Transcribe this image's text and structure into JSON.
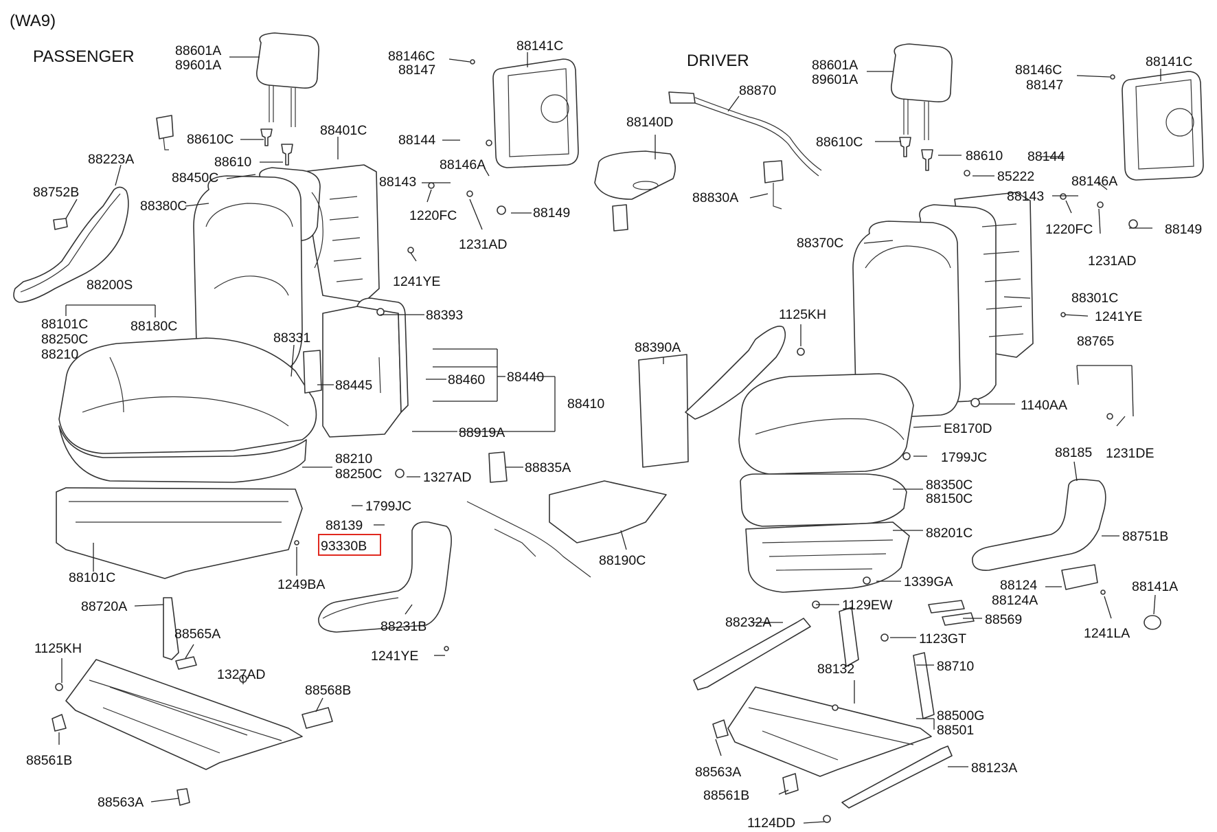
{
  "header": {
    "code": "(WA9)"
  },
  "sections": {
    "passenger": "PASSENGER",
    "driver": "DRIVER"
  },
  "highlight": {
    "part": "93330B",
    "color": "#e0281e"
  },
  "labels": {
    "p_88601A": "88601A",
    "p_89601A": "89601A",
    "p_88146C": "88146C",
    "p_88147": "88147",
    "p_88141C": "88141C",
    "p_88610C": "88610C",
    "p_88401C": "88401C",
    "p_88610": "88610",
    "p_88144": "88144",
    "p_88146A": "88146A",
    "p_88223A": "88223A",
    "p_88450C": "88450C",
    "p_88143": "88143",
    "p_88752B": "88752B",
    "p_88380C": "88380C",
    "p_1220FC": "1220FC",
    "p_88149": "88149",
    "p_1231AD": "1231AD",
    "p_1241YE_a": "1241YE",
    "p_88200S": "88200S",
    "p_88393": "88393",
    "p_88101C_a": "88101C",
    "p_88180C": "88180C",
    "p_88250C_a": "88250C",
    "p_88331": "88331",
    "p_88210_a": "88210",
    "p_88445": "88445",
    "p_88460": "88460",
    "p_88440": "88440",
    "p_88410": "88410",
    "p_88919A": "88919A",
    "p_88210_b": "88210",
    "p_88250C_b": "88250C",
    "p_1327AD_a": "1327AD",
    "p_1799JC_a": "1799JC",
    "p_88139": "88139",
    "p_93330B": "93330B",
    "p_88101C_b": "88101C",
    "p_1249BA": "1249BA",
    "p_88720A": "88720A",
    "p_88231B": "88231B",
    "p_88565A": "88565A",
    "p_1125KH_a": "1125KH",
    "p_1241YE_b": "1241YE",
    "p_1327AD_b": "1327AD",
    "p_88568B": "88568B",
    "p_88561B_a": "88561B",
    "p_88563A_a": "88563A",
    "p_88140D": "88140D",
    "p_88870": "88870",
    "p_88830A": "88830A",
    "p_88390A": "88390A",
    "p_88835A": "88835A",
    "p_88190C": "88190C",
    "d_88601A": "88601A",
    "d_89601A": "89601A",
    "d_88146C": "88146C",
    "d_88147": "88147",
    "d_88141C": "88141C",
    "d_88610C": "88610C",
    "d_88610": "88610",
    "d_88144": "88144",
    "d_85222": "85222",
    "d_88146A": "88146A",
    "d_88143": "88143",
    "d_1220FC": "1220FC",
    "d_88149": "88149",
    "d_88370C": "88370C",
    "d_1231AD": "1231AD",
    "d_88301C": "88301C",
    "d_1125KH": "1125KH",
    "d_1241YE": "1241YE",
    "d_88765": "88765",
    "d_1140AA": "1140AA",
    "d_E8170D": "E8170D",
    "d_1231DE": "1231DE",
    "d_1799JC": "1799JC",
    "d_88185": "88185",
    "d_88350C": "88350C",
    "d_88150C": "88150C",
    "d_88201C": "88201C",
    "d_88751B": "88751B",
    "d_1339GA": "1339GA",
    "d_88124": "88124",
    "d_88124A": "88124A",
    "d_88141A": "88141A",
    "d_1129EW": "1129EW",
    "d_88232A": "88232A",
    "d_88569": "88569",
    "d_1241LA": "1241LA",
    "d_1123GT": "1123GT",
    "d_88132": "88132",
    "d_88710": "88710",
    "d_88500G": "88500G",
    "d_88501": "88501",
    "d_88563A": "88563A",
    "d_88123A": "88123A",
    "d_88561B": "88561B",
    "d_1124DD": "1124DD"
  }
}
